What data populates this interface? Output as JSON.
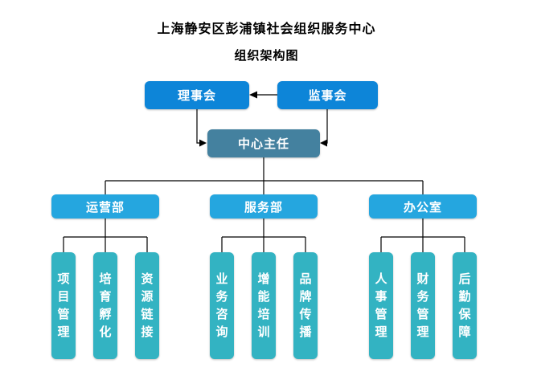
{
  "title": {
    "line1": "上海静安区彭浦镇社会组织服务中心",
    "line2": "组织架构图"
  },
  "colors": {
    "top_box": "#0d85d8",
    "director_box": "#44819f",
    "dept_box": "#25a6df",
    "leaf_box": "#33b3c2",
    "node_text": "#ffffff",
    "line": "#000000"
  },
  "nodes": {
    "board": {
      "label": "理事会"
    },
    "supervisory": {
      "label": "监事会"
    },
    "director": {
      "label": "中心主任"
    },
    "departments": [
      {
        "label": "运营部",
        "children": [
          "项目管理",
          "培育孵化",
          "资源链接"
        ]
      },
      {
        "label": "服务部",
        "children": [
          "业务咨询",
          "增能培训",
          "品牌传播"
        ]
      },
      {
        "label": "办公室",
        "children": [
          "人事管理",
          "财务管理",
          "后勤保障"
        ]
      }
    ]
  }
}
